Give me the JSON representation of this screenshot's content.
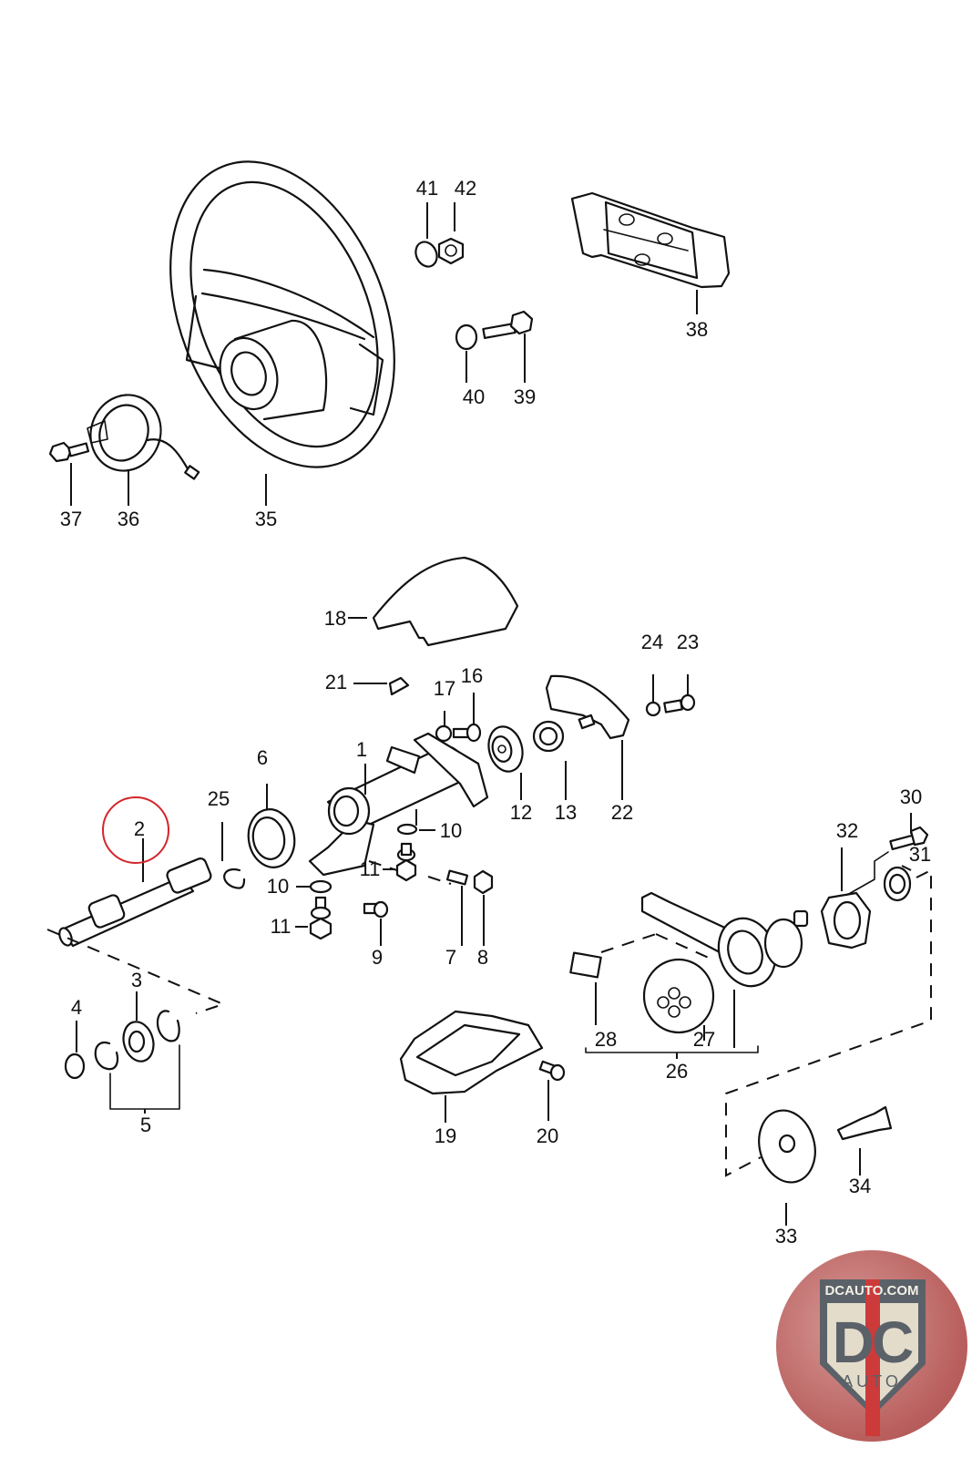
{
  "diagram": {
    "title": "Steering column exploded parts diagram",
    "highlighted_part": "2",
    "highlight_color": "#d2252b",
    "labels": [
      {
        "id": "1",
        "text": "1"
      },
      {
        "id": "2",
        "text": "2"
      },
      {
        "id": "3",
        "text": "3"
      },
      {
        "id": "4",
        "text": "4"
      },
      {
        "id": "5",
        "text": "5"
      },
      {
        "id": "6",
        "text": "6"
      },
      {
        "id": "7",
        "text": "7"
      },
      {
        "id": "8",
        "text": "8"
      },
      {
        "id": "9",
        "text": "9"
      },
      {
        "id": "10a",
        "text": "10"
      },
      {
        "id": "10b",
        "text": "10"
      },
      {
        "id": "11a",
        "text": "11"
      },
      {
        "id": "11b",
        "text": "11"
      },
      {
        "id": "12",
        "text": "12"
      },
      {
        "id": "13",
        "text": "13"
      },
      {
        "id": "16",
        "text": "16"
      },
      {
        "id": "17",
        "text": "17"
      },
      {
        "id": "18",
        "text": "18"
      },
      {
        "id": "19",
        "text": "19"
      },
      {
        "id": "20",
        "text": "20"
      },
      {
        "id": "21",
        "text": "21"
      },
      {
        "id": "22",
        "text": "22"
      },
      {
        "id": "23",
        "text": "23"
      },
      {
        "id": "24",
        "text": "24"
      },
      {
        "id": "25",
        "text": "25"
      },
      {
        "id": "26",
        "text": "26"
      },
      {
        "id": "27",
        "text": "27"
      },
      {
        "id": "28",
        "text": "28"
      },
      {
        "id": "30",
        "text": "30"
      },
      {
        "id": "31",
        "text": "31"
      },
      {
        "id": "32",
        "text": "32"
      },
      {
        "id": "33",
        "text": "33"
      },
      {
        "id": "34",
        "text": "34"
      },
      {
        "id": "35",
        "text": "35"
      },
      {
        "id": "36",
        "text": "36"
      },
      {
        "id": "37",
        "text": "37"
      },
      {
        "id": "38",
        "text": "38"
      },
      {
        "id": "39",
        "text": "39"
      },
      {
        "id": "40",
        "text": "40"
      },
      {
        "id": "41",
        "text": "41"
      },
      {
        "id": "42",
        "text": "42"
      }
    ]
  },
  "watermark": {
    "url_text": "DCAUTO.COM",
    "brand_text": "DC",
    "sub_text": "AUTO",
    "colors": {
      "badge": "#b85e5c",
      "shield": "#5b6168",
      "stripe": "#cc3a3a",
      "cream": "#e3dccb"
    }
  }
}
